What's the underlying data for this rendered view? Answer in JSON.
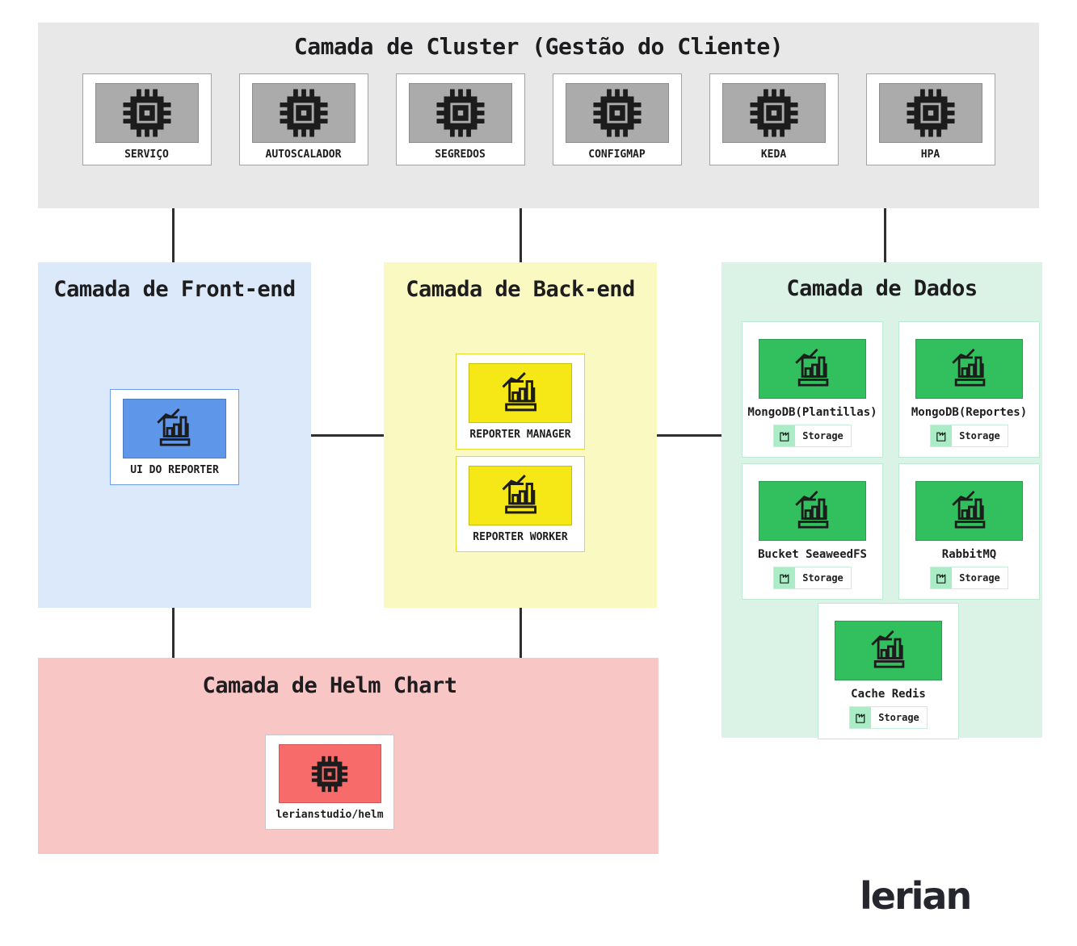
{
  "colors": {
    "text": "#1d1d1f",
    "line": "#2f2f2f",
    "icon": "#1c1c1c",
    "cluster-bg": "#e8e8e8",
    "cluster-node-bg": "#ababab",
    "node-border-gray": "#a3a3a3",
    "frontend-bg": "#dce9fb",
    "frontend-node-bg": "#5e96ea",
    "frontend-node-border": "#6d9eea",
    "backend-bg": "#fbf9c2",
    "backend-node-bg": "#f5e816",
    "backend-node-border": "#e3dc2e",
    "data-bg": "#daf3e6",
    "data-node-bg": "#32c05f",
    "data-node-border": "#bfead4",
    "badge-border": "#c6eeda",
    "badge-icon-bg": "#a9ecc6",
    "helm-bg": "#f9c6c6",
    "helm-node-bg": "#f76b6b"
  },
  "layers": {
    "cluster": {
      "title": "Camada de Cluster (Gestão do Cliente)",
      "nodes": [
        {
          "label": "SERVIÇO",
          "icon": "chip-icon"
        },
        {
          "label": "AUTOSCALADOR",
          "icon": "chip-icon"
        },
        {
          "label": "SEGREDOS",
          "icon": "chip-icon"
        },
        {
          "label": "CONFIGMAP",
          "icon": "chip-icon"
        },
        {
          "label": "KEDA",
          "icon": "chip-icon"
        },
        {
          "label": "HPA",
          "icon": "chip-icon"
        }
      ]
    },
    "frontend": {
      "title": "Camada de Front-end",
      "nodes": [
        {
          "label": "UI DO REPORTER",
          "icon": "report-chart-icon"
        }
      ]
    },
    "backend": {
      "title": "Camada de Back-end",
      "nodes": [
        {
          "label": "REPORTER MANAGER",
          "icon": "report-chart-icon"
        },
        {
          "label": "REPORTER WORKER",
          "icon": "report-chart-icon"
        }
      ]
    },
    "data": {
      "title": "Camada de Dados",
      "nodes": [
        {
          "label": "MongoDB(Plantillas)",
          "badge": "Storage",
          "icon": "report-chart-icon"
        },
        {
          "label": "MongoDB(Reportes)",
          "badge": "Storage",
          "icon": "report-chart-icon"
        },
        {
          "label": "Bucket SeaweedFS",
          "badge": "Storage",
          "icon": "report-chart-icon"
        },
        {
          "label": "RabbitMQ",
          "badge": "Storage",
          "icon": "report-chart-icon"
        },
        {
          "label": "Cache Redis",
          "badge": "Storage",
          "icon": "report-chart-icon"
        }
      ]
    },
    "helm": {
      "title": "Camada de Helm Chart",
      "nodes": [
        {
          "label": "lerianstudio/helm",
          "icon": "chip-icon"
        }
      ]
    }
  },
  "logo": {
    "text": "lerian"
  }
}
